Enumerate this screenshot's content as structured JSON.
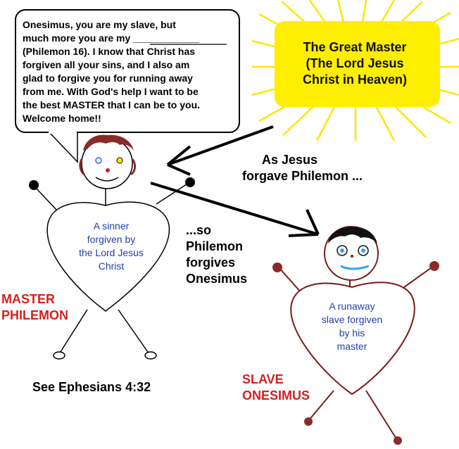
{
  "speech_bubble": {
    "lines": [
      "Onesimus, you are my slave, but",
      "much more you are my ____________",
      "(Philemon 16). I know that Christ has",
      "forgiven all your sins, and I also am",
      "glad to forgive you for running away",
      "from me. With God's help I want to be",
      "the best MASTER that I can be to you.",
      "Welcome home!!"
    ]
  },
  "great_master": {
    "lines": [
      "The Great Master",
      "(The Lord Jesus",
      "Christ in Heaven)"
    ]
  },
  "jesus_forgave": {
    "lines": [
      "As Jesus",
      "forgave Philemon ..."
    ]
  },
  "so_forgives": {
    "lines": [
      "...so",
      "Philemon",
      "forgives",
      "Onesimus"
    ]
  },
  "philemon_heart": {
    "lines": [
      "A sinner",
      "forgiven by",
      "the Lord Jesus",
      "Christ"
    ]
  },
  "onesimus_heart": {
    "lines": [
      "A runaway",
      "slave forgiven",
      "by his",
      "master"
    ]
  },
  "labels": {
    "master_philemon": [
      "MASTER",
      "PHILEMON"
    ],
    "slave_onesimus": [
      "SLAVE",
      "ONESIMUS"
    ],
    "reference": "See Ephesians 4:32"
  },
  "colors": {
    "sun": "#ffee00",
    "sun_rays": "#ffe600",
    "heart_outline": "#7a1a1a",
    "hair": "#8a2a2a",
    "label_red": "#d42020",
    "heart_text_blue": "#1f3fb0",
    "smile_blue": "#3aa0e8"
  }
}
